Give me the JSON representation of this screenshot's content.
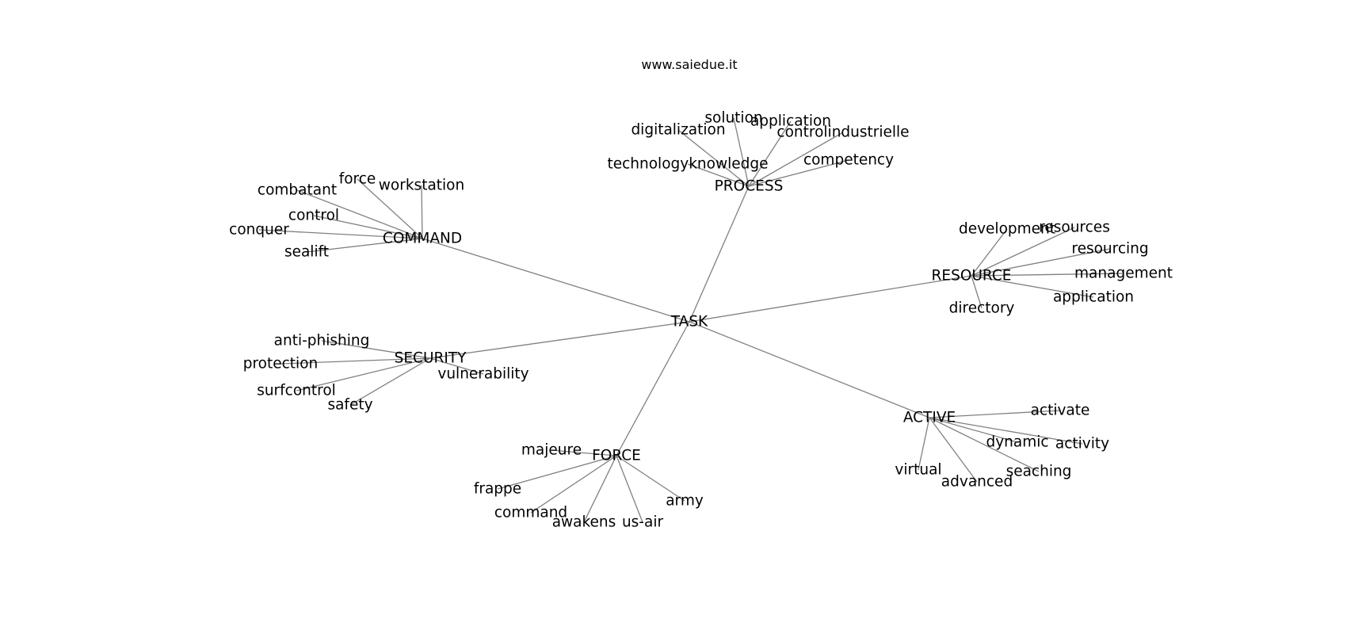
{
  "header": {
    "site": "www.saiedue.it"
  },
  "diagram": {
    "root": "TASK",
    "groups": [
      {
        "hub": "PROCESS",
        "terms": [
          "solution",
          "application",
          "digitalization",
          "controlindustrielle",
          "technologyknowledge",
          "competency"
        ]
      },
      {
        "hub": "COMMAND",
        "terms": [
          "force",
          "workstation",
          "combatant",
          "control",
          "conquer",
          "sealift"
        ]
      },
      {
        "hub": "RESOURCE",
        "terms": [
          "development",
          "resources",
          "resourcing",
          "management",
          "application",
          "directory"
        ]
      },
      {
        "hub": "SECURITY",
        "terms": [
          "anti-phishing",
          "protection",
          "vulnerability",
          "surfcontrol",
          "safety"
        ]
      },
      {
        "hub": "ACTIVE",
        "terms": [
          "activate",
          "dynamic",
          "activity",
          "virtual",
          "seaching",
          "advanced"
        ]
      },
      {
        "hub": "FORCE",
        "terms": [
          "majeure",
          "frappe",
          "command",
          "awakens",
          "us-air",
          "army"
        ]
      }
    ]
  }
}
